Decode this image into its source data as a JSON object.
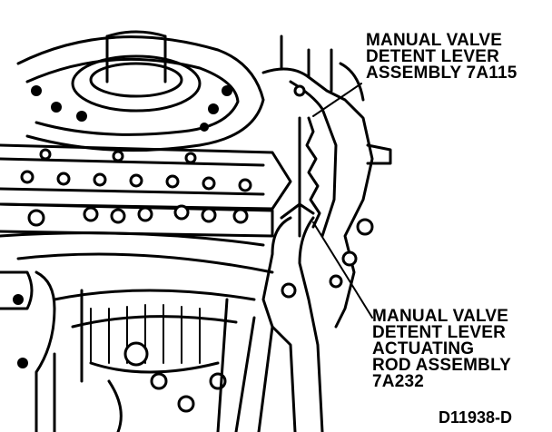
{
  "callouts": {
    "detent_lever": {
      "lines": [
        "MANUAL VALVE",
        "DETENT LEVER",
        "ASSEMBLY 7A115"
      ]
    },
    "actuating_rod": {
      "lines": [
        "MANUAL VALVE",
        "DETENT LEVER",
        "ACTUATING",
        "ROD ASSEMBLY",
        "7A232"
      ]
    }
  },
  "figure_id": "D11938-D",
  "colors": {
    "ink": "#000000",
    "paper": "#ffffff"
  }
}
